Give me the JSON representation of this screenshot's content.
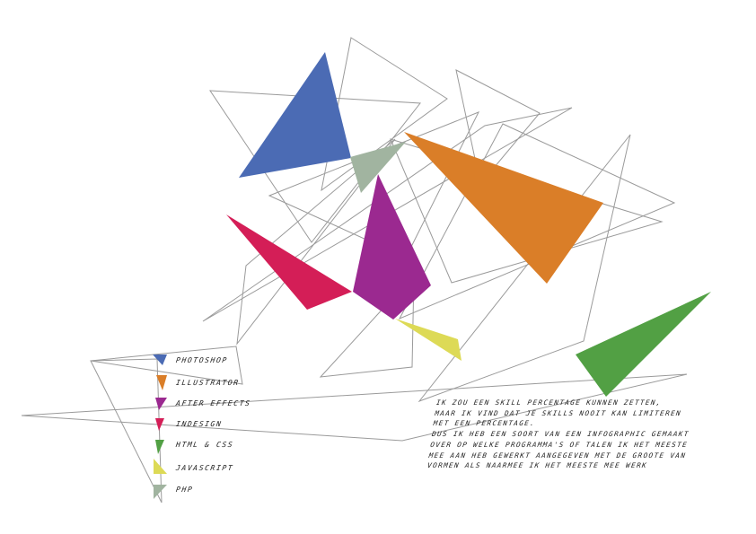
{
  "colors": {
    "photoshop": "#4b6bb4",
    "illustrator": "#da7e28",
    "after_effects": "#9b2990",
    "indesign": "#d41e57",
    "html_css": "#52a044",
    "javascript": "#ddda56",
    "php": "#a1b4a0",
    "outline": "#9a9a9a"
  },
  "legend": [
    {
      "key": "photoshop",
      "label": "PHOTOSHOP"
    },
    {
      "key": "illustrator",
      "label": "ILLUSTRATOR"
    },
    {
      "key": "after_effects",
      "label": "AFTER EFFECTS"
    },
    {
      "key": "indesign",
      "label": "INDESIGN"
    },
    {
      "key": "html_css",
      "label": "HTML & CSS"
    },
    {
      "key": "javascript",
      "label": "JAVASCRIPT"
    },
    {
      "key": "php",
      "label": "PHP"
    }
  ],
  "description": [
    "IK ZOU EEN SKILL PERCENTAGE KUNNEN ZETTEN,",
    "MAAR IK VIND DAT JE SKILLS NOOIT KAN LIMITEREN",
    "MET EEN PERCENTAGE.",
    "DUS IK HEB EEN SOORT VAN EEN INFOGRAPHIC GEMAAKT",
    "OVER OP WELKE PROGRAMMA'S OF TALEN IK HET MEESTE",
    "MEE AAN HEB GEWERKT AANGEGEVEN MET DE GROOTE VAN",
    "VORMEN ALS NAARMEE IK HET MEESTE MEE WERK"
  ]
}
